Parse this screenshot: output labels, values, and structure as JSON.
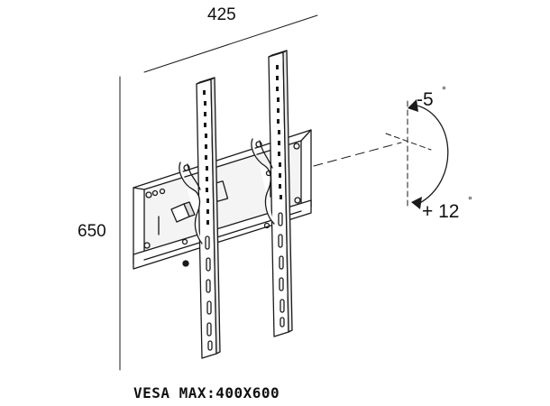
{
  "diagram": {
    "width_label": "425",
    "height_label": "650",
    "tilt_up_label": "-5",
    "tilt_down_label": "+ 12",
    "degree_symbol": "°",
    "vesa_label": "VESA MAX:400X600",
    "line_color": "#1a1a1a"
  }
}
